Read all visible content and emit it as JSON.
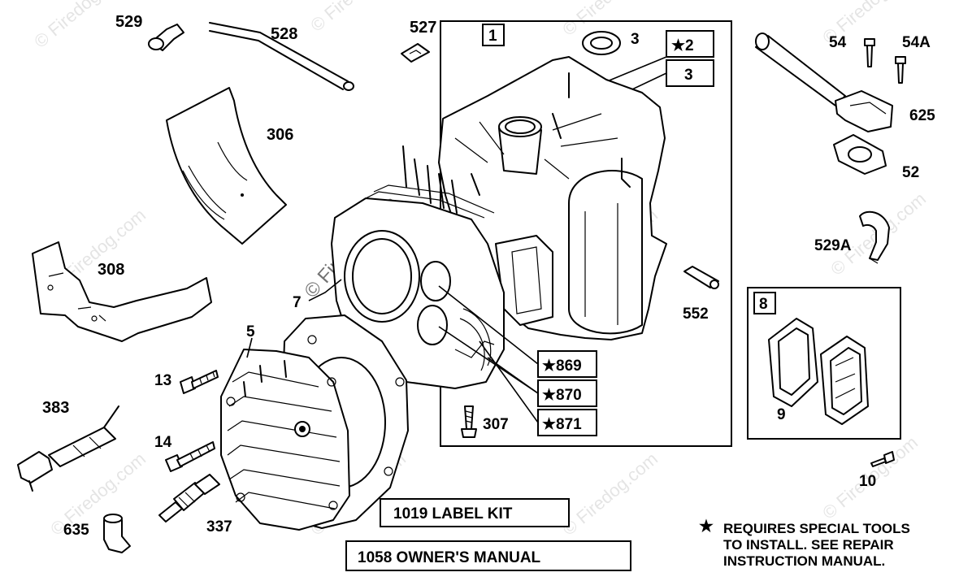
{
  "part_labels": {
    "p529": "529",
    "p528": "528",
    "p527": "527",
    "p306": "306",
    "p308": "308",
    "p7": "7",
    "p5": "5",
    "p13": "13",
    "p14": "14",
    "p383": "383",
    "p635": "635",
    "p337": "337",
    "p1": "1",
    "p3": "3",
    "p2_box": "★2",
    "p3_box": "3",
    "p54": "54",
    "p54a": "54A",
    "p625": "625",
    "p52": "52",
    "p529a": "529A",
    "p552": "552",
    "p869": "★869",
    "p870": "★870",
    "p871": "★871",
    "p307": "307",
    "p8": "8",
    "p9": "9",
    "p10": "10"
  },
  "kits": {
    "label_kit": "1019 LABEL KIT",
    "owners_manual": "1058 OWNER'S MANUAL"
  },
  "note": {
    "star": "★",
    "line1": "REQUIRES SPECIAL TOOLS",
    "line2": "TO INSTALL.  SEE REPAIR",
    "line3": "INSTRUCTION MANUAL."
  },
  "watermark": "© Firedog.com",
  "icons": {
    "special_tools": "star-icon"
  }
}
